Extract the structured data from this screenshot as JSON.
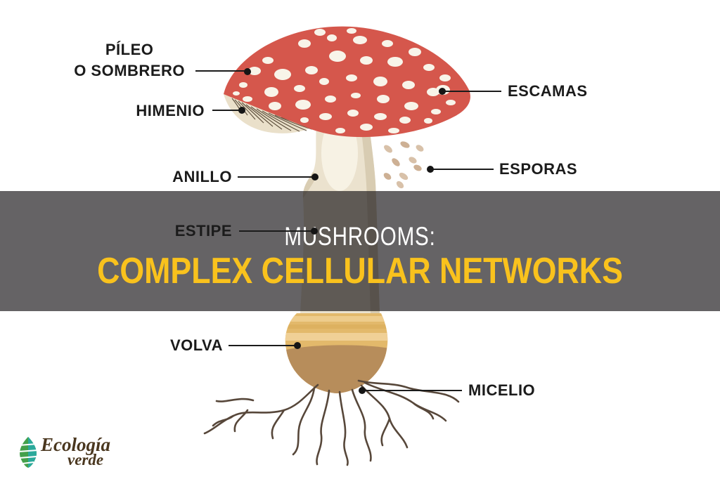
{
  "banner": {
    "title_line1": "MUSHROOMS:",
    "title_line2": "COMPLEX CELLULAR NETWORKS"
  },
  "diagram": {
    "labels": {
      "pileo": "PÍLEO",
      "pileo_alt": "O SOMBRERO",
      "himenio": "HIMENIO",
      "escamas": "ESCAMAS",
      "esporas": "ESPORAS",
      "anillo": "ANILLO",
      "estipe": "ESTIPE",
      "volva": "VOLVA",
      "micelio": "MICELIO"
    }
  },
  "logo": {
    "word_top": "Ecología",
    "word_bottom": "verde"
  },
  "colors": {
    "cap_red": "#D5574C",
    "spot_cream": "#F8F4E9",
    "gill_cream": "#EAE0CA",
    "gill_line": "#4A3B28",
    "stem_cream": "#EBE2CE",
    "volva_tan": "#E3B96B",
    "volva_brown": "#B78D5B",
    "mycelium_brown": "#57473A",
    "spore_tan": "#D8C1A9",
    "banner_overlay": "rgba(25,23,25,0.67)",
    "title_white": "#FFFFFF",
    "title_yellow": "#F9C21D",
    "label_black": "#1B1B1B",
    "logo_text_brown": "#4A371F",
    "logo_leaf_green": "#44A04A",
    "logo_leaf_teal": "#2BA99B"
  }
}
